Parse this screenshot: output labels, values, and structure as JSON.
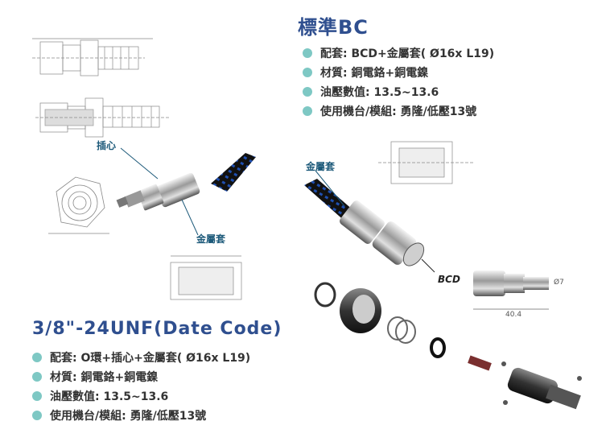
{
  "bc_section": {
    "title": "標準BC",
    "specs": [
      "配套: BCD+金屬套( Ø16x L19)",
      "材質: 銅電鉻+銅電鎳",
      "油壓數值: 13.5~13.6",
      "使用機台/模組: 勇隆/低壓13號"
    ]
  },
  "main_section": {
    "title": "3/8\"-24UNF(Date Code)",
    "specs": [
      "配套: O環+插心+金屬套( Ø16x L19)",
      "材質: 銅電鉻+銅電鎳",
      "油壓數值: 13.5~13.6",
      "使用機台/模組: 勇隆/低壓13號"
    ]
  },
  "callouts": {
    "insert_core": "插心",
    "metal_sleeve_left": "金屬套",
    "metal_sleeve_right": "金屬套",
    "bcd": "BCD",
    "dimension_40": "40.4",
    "dimension_7": "Ø7"
  },
  "colors": {
    "title": "#2f4f8f",
    "bullet": "#7ec8c4",
    "callout": "#1d5a7a"
  }
}
